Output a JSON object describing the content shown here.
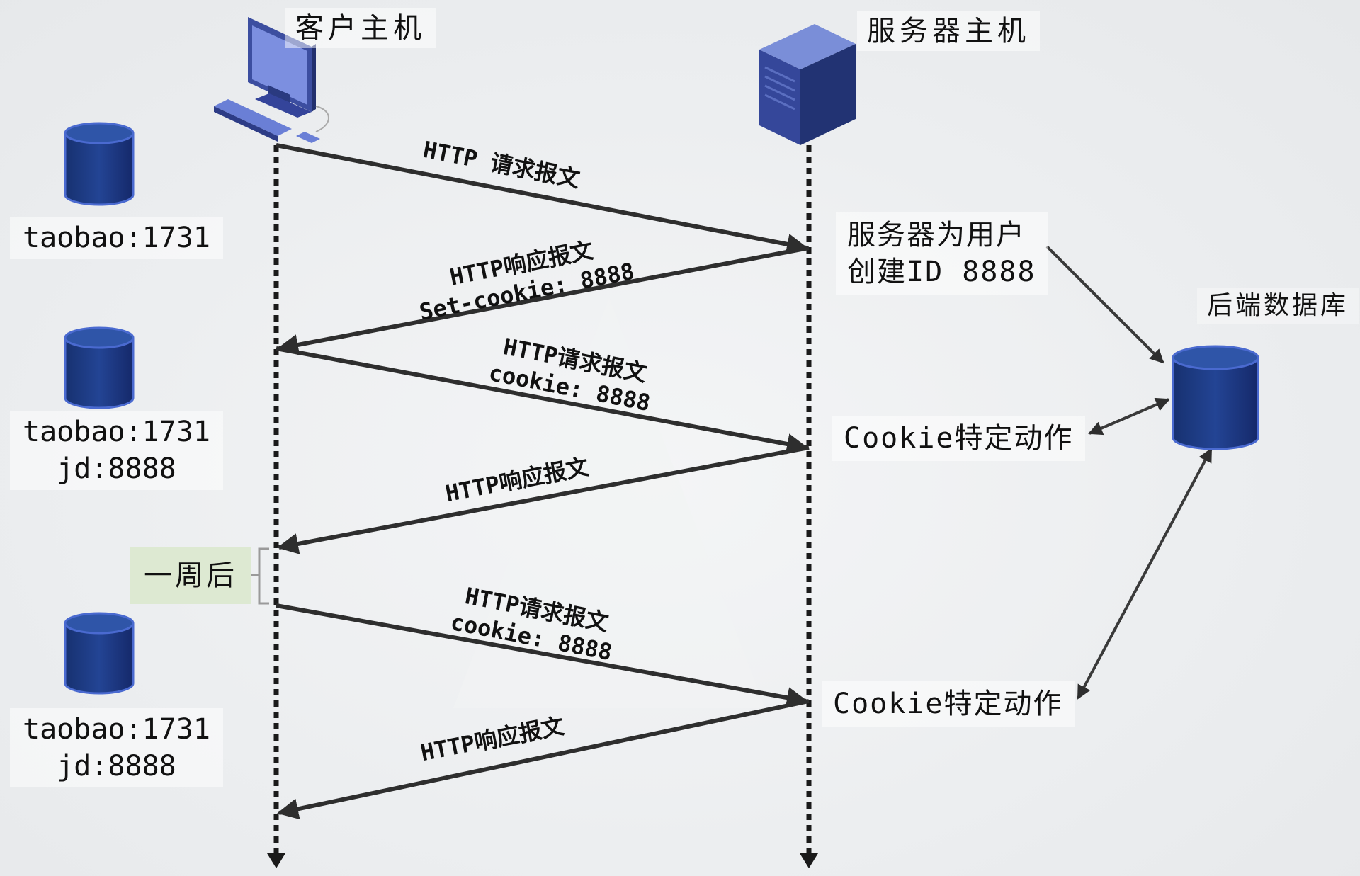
{
  "hosts": {
    "client": {
      "label": "客户主机",
      "icon": "desktop-computer-icon"
    },
    "server": {
      "label": "服务器主机",
      "icon": "server-tower-icon"
    }
  },
  "client_cookie_stores": [
    {
      "lines": [
        "taobao:1731"
      ]
    },
    {
      "lines": [
        "taobao:1731",
        "jd:8888"
      ]
    },
    {
      "lines": [
        "taobao:1731",
        "jd:8888"
      ]
    }
  ],
  "messages": [
    {
      "lines": [
        "HTTP 请求报文"
      ],
      "direction": "client-to-server"
    },
    {
      "lines": [
        "HTTP响应报文",
        "Set-cookie: 8888"
      ],
      "direction": "server-to-client"
    },
    {
      "lines": [
        "HTTP请求报文",
        "cookie: 8888"
      ],
      "direction": "client-to-server"
    },
    {
      "lines": [
        "HTTP响应报文"
      ],
      "direction": "server-to-client"
    },
    {
      "lines": [
        "HTTP请求报文",
        "cookie: 8888"
      ],
      "direction": "client-to-server"
    },
    {
      "lines": [
        "HTTP响应报文"
      ],
      "direction": "server-to-client"
    }
  ],
  "server_notes": [
    {
      "lines": [
        "服务器为用户",
        "创建ID 8888"
      ]
    },
    {
      "lines": [
        "Cookie特定动作"
      ]
    },
    {
      "lines": [
        "Cookie特定动作"
      ]
    }
  ],
  "interval_label": "一周后",
  "backend_db": {
    "label": "后端数据库",
    "icon": "database-icon"
  },
  "colors": {
    "db_fill": "#1d3b7e",
    "db_top": "#2f55a8",
    "arrow": "#2e2e2e",
    "lifeline": "#1a1a1a",
    "week_bg": "#dde9d2"
  }
}
